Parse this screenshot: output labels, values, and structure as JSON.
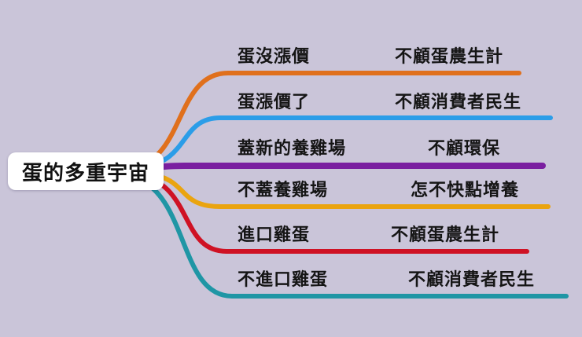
{
  "background_color": "#cac5d9",
  "center": {
    "label": "蛋的多重宇宙"
  },
  "branches": [
    {
      "label": "蛋沒漲價",
      "result": "不顧蛋農生計",
      "color": "#e0701c"
    },
    {
      "label": "蛋漲價了",
      "result": "不顧消費者民生",
      "color": "#2b9de8"
    },
    {
      "label": "蓋新的養雞場",
      "result": "不顧環保",
      "color": "#7a1fa0"
    },
    {
      "label": "不蓋養雞場",
      "result": "怎不快點增養",
      "color": "#eaa40f"
    },
    {
      "label": "進口雞蛋",
      "result": "不顧蛋農生計",
      "color": "#cf1224"
    },
    {
      "label": "不進口雞蛋",
      "result": "不顧消費者民生",
      "color": "#1f96a5"
    }
  ]
}
